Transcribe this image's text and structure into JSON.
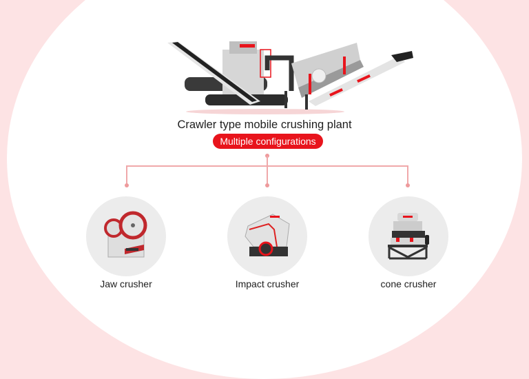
{
  "hero": {
    "image_alt": "crawler-mobile-crushing-plant-image",
    "title": "Crawler type mobile crushing plant",
    "badge": "Multiple configurations"
  },
  "colors": {
    "background_pink": "#fde3e4",
    "accent_red": "#e8141c",
    "connector_pink": "#f0a8aa",
    "card_gray": "#ececec"
  },
  "options": [
    {
      "label": "Jaw crusher",
      "image": "jaw-crusher-image"
    },
    {
      "label": "Impact crusher",
      "image": "impact-crusher-image"
    },
    {
      "label": "cone crusher",
      "image": "cone-crusher-image"
    }
  ]
}
